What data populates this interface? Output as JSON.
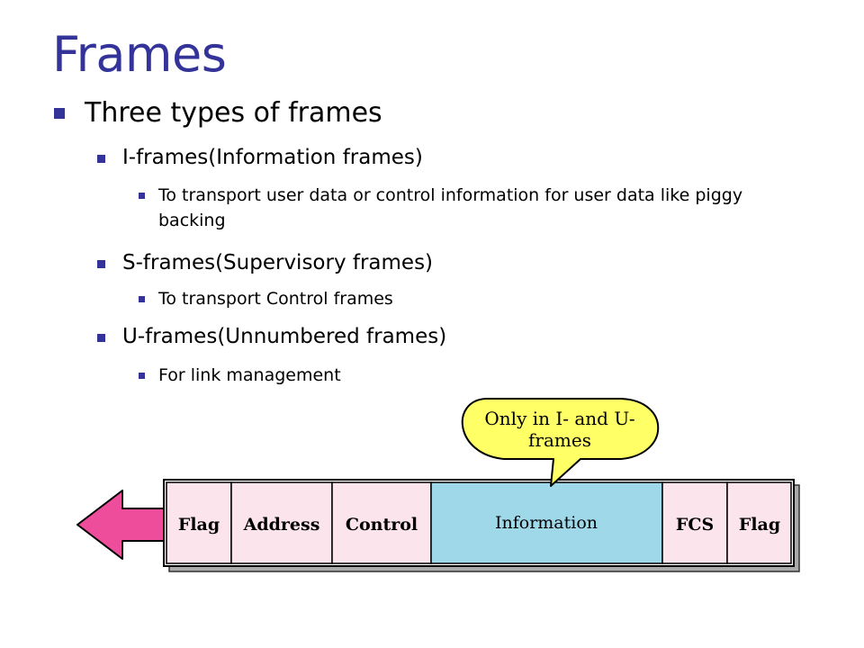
{
  "slide": {
    "title": "Frames",
    "bullets": [
      {
        "level": 1,
        "text": "Three types of frames"
      },
      {
        "level": 2,
        "text": "I-frames(Information frames)"
      },
      {
        "level": 3,
        "text": "To transport user data or control information for user data like piggy backing"
      },
      {
        "level": 2,
        "text": "S-frames(Supervisory frames)"
      },
      {
        "level": 3,
        "text": "To transport Control frames"
      },
      {
        "level": 2,
        "text": "U-frames(Unnumbered frames)"
      },
      {
        "level": 3,
        "text": "For link management"
      }
    ]
  },
  "diagram": {
    "callout": {
      "line1": "Only in I- and U-",
      "line2": "frames"
    },
    "fields": [
      {
        "label": "Flag"
      },
      {
        "label": "Address"
      },
      {
        "label": "Control"
      },
      {
        "label": "Information"
      },
      {
        "label": "FCS"
      },
      {
        "label": "Flag"
      }
    ],
    "colors": {
      "field_fill": "#fce4ec",
      "information_fill": "#9fd9e9",
      "callout_fill": "#ffff66",
      "arrow_fill": "#ee4d9b",
      "title_color": "#333399"
    }
  }
}
